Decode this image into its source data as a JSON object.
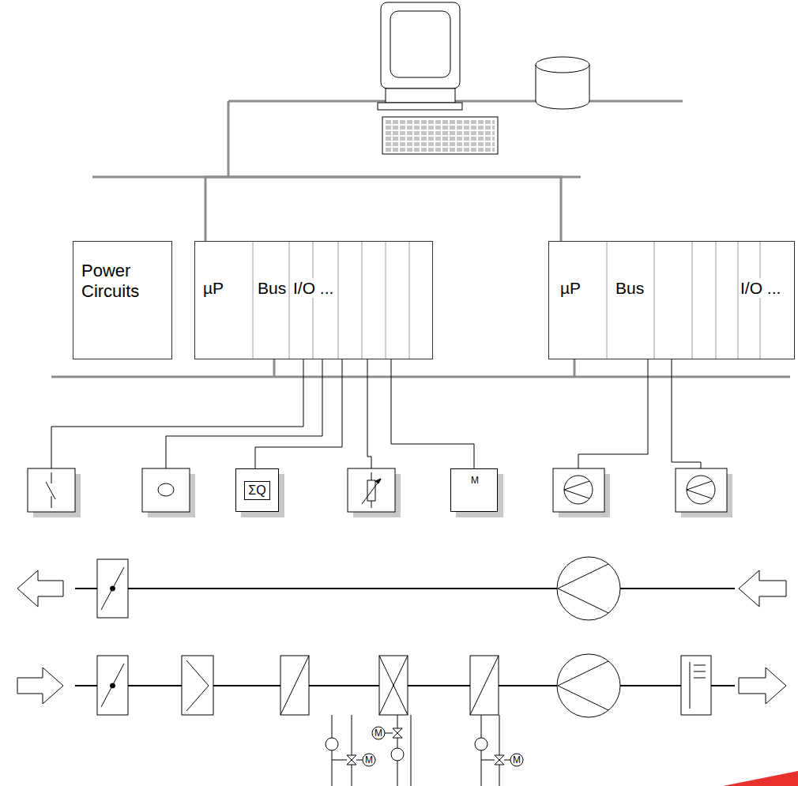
{
  "diagram": {
    "nodes": [
      {
        "text": [
          "Power Circuits"
        ]
      },
      {
        "text": [
          "µP",
          "Bus",
          "I/O ..."
        ]
      },
      {
        "text": [
          "µP",
          "Bus",
          "I/O ..."
        ]
      },
      {
        "text": [
          "ΣQ"
        ]
      },
      {
        "text": [
          "M"
        ]
      }
    ],
    "edges": [
      {
        "from": 1,
        "to": 3,
        "arrow": "none"
      },
      {
        "from": 1,
        "to": 4,
        "arrow": "none"
      },
      {
        "from": 1,
        "to": 2,
        "arrow": "none"
      }
    ],
    "labels": [
      "M",
      "M",
      "M"
    ]
  }
}
